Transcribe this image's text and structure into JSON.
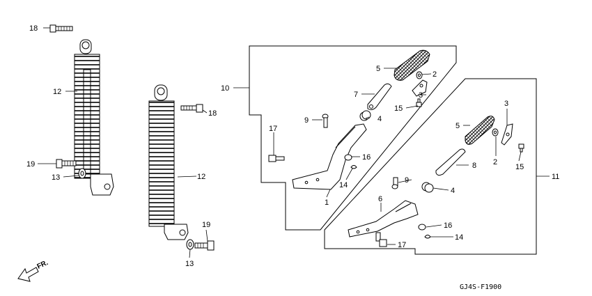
{
  "diagram": {
    "code": "GJ4S-F1900",
    "direction_label": "FR.",
    "callouts": {
      "c1": "1",
      "c2a": "2",
      "c2b": "2",
      "c3a": "3",
      "c3b": "3",
      "c4a": "4",
      "c4b": "4",
      "c5a": "5",
      "c5b": "5",
      "c6": "6",
      "c7": "7",
      "c8": "8",
      "c9a": "9",
      "c9b": "9",
      "c10": "10",
      "c11": "11",
      "c12a": "12",
      "c12b": "12",
      "c13a": "13",
      "c13b": "13",
      "c14a": "14",
      "c14b": "14",
      "c15a": "15",
      "c15b": "15",
      "c16a": "16",
      "c16b": "16",
      "c17a": "17",
      "c17b": "17",
      "c18a": "18",
      "c18b": "18",
      "c19a": "19",
      "c19b": "19"
    }
  }
}
